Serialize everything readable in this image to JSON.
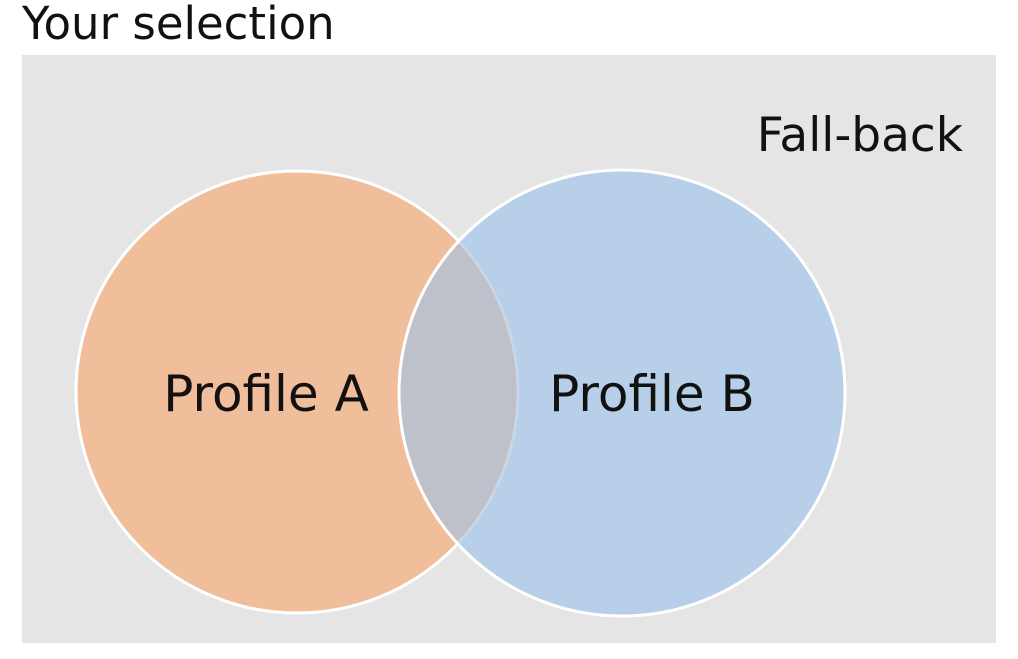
{
  "page": {
    "title": "Your selection"
  },
  "panel": {
    "corner_label": "Fall-back"
  },
  "venn": {
    "type": "venn-diagram",
    "sets": [
      {
        "label": "Profile A",
        "color": "#F1BE9B"
      },
      {
        "label": "Profile B",
        "color": "#B7CFE8"
      }
    ],
    "overlap_color": "#BEC1CA"
  },
  "colors": {
    "background": "#FFFFFF",
    "panel_background": "#E5E5E5",
    "circle_a_fill": "#F1BE9B",
    "circle_b_fill": "#B7CFE8",
    "overlap_fill": "#BEC1CA",
    "circle_border": "#FFFFFF",
    "overlap_arc": "#C8D6E8",
    "text": "#111111"
  }
}
